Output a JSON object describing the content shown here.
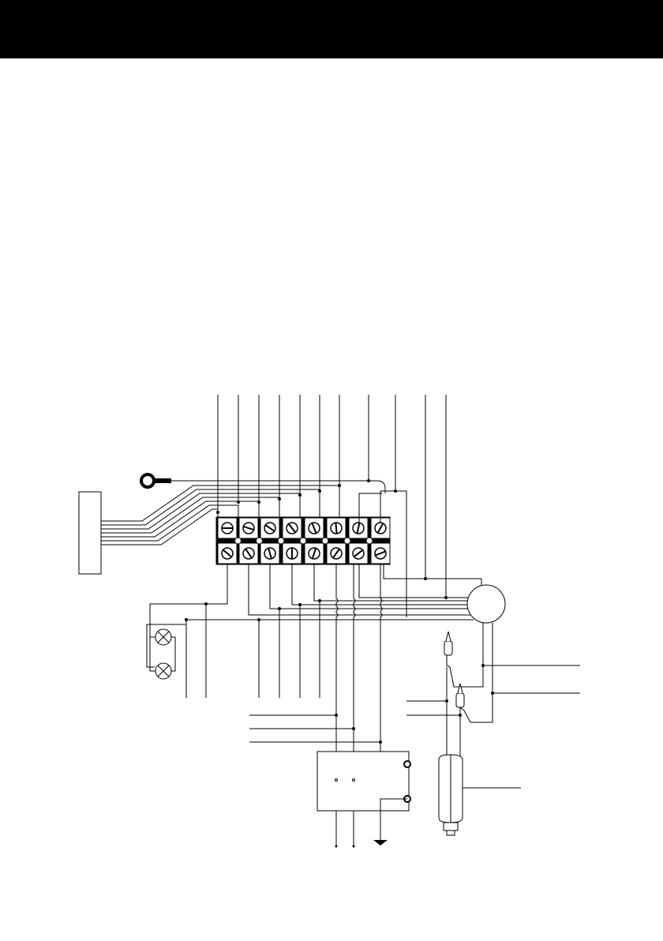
{
  "header": {
    "background": "#000000"
  },
  "diagram": {
    "line_color": "#000000",
    "background": "#ffffff",
    "components": [
      {
        "name": "ring-terminal-icon"
      },
      {
        "name": "connector-plug"
      },
      {
        "name": "terminal-block",
        "positions": 8
      },
      {
        "name": "indicator-lamp",
        "count": 2
      },
      {
        "name": "motor-circle"
      },
      {
        "name": "wire-connector",
        "count": 2
      },
      {
        "name": "capacitor-cylinder"
      },
      {
        "name": "switch-box"
      },
      {
        "name": "ground-symbol-icon"
      }
    ]
  }
}
